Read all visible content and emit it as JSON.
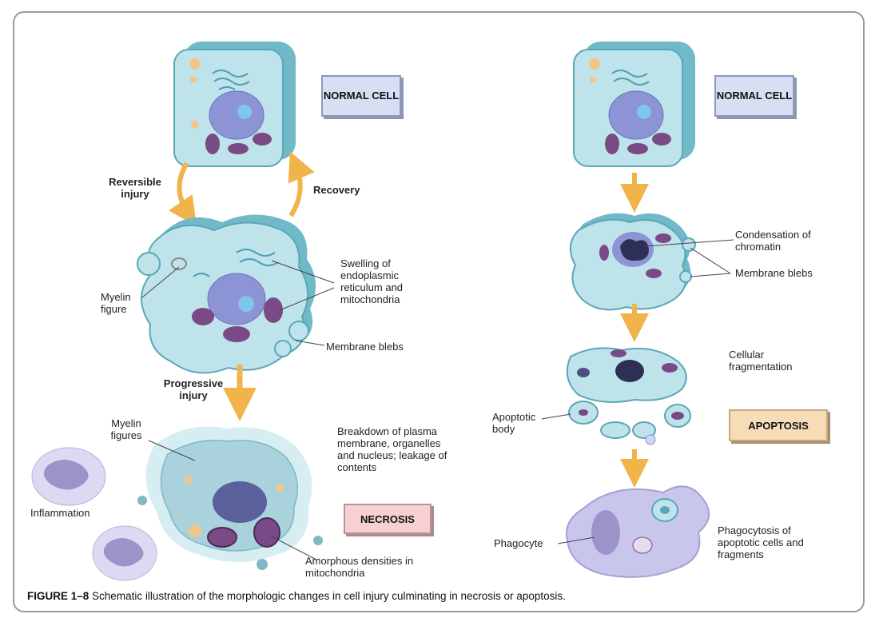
{
  "colors": {
    "cell_fill": "#bfe3ea",
    "cell_edge": "#6fb9c9",
    "nucleus": "#8d94d6",
    "mitochondria": "#7a4a86",
    "arrow": "#f0b44a",
    "phagocyte": "#c9c6ec"
  },
  "boxes": {
    "normal_left": "NORMAL CELL",
    "normal_right": "NORMAL CELL",
    "necrosis": "NECROSIS",
    "apoptosis": "APOPTOSIS"
  },
  "labels": {
    "reversible_injury": "Reversible injury",
    "recovery": "Recovery",
    "myelin_figure": "Myelin figure",
    "swelling": "Swelling of endoplasmic reticulum and mitochondria",
    "membrane_blebs_left": "Membrane blebs",
    "progressive_injury": "Progressive injury",
    "myelin_figures": "Myelin figures",
    "breakdown": "Breakdown of plasma membrane, organelles and nucleus; leakage of contents",
    "inflammation": "Inflammation",
    "amorphous": "Amorphous densities in mitochondria",
    "condensation": "Condensation of chromatin",
    "membrane_blebs_right": "Membrane blebs",
    "cellular_fragmentation": "Cellular fragmentation",
    "apoptotic_body": "Apoptotic body",
    "phagocyte": "Phagocyte",
    "phagocytosis": "Phagocytosis of apoptotic cells and fragments"
  },
  "caption": {
    "figure_number": "FIGURE 1–8",
    "text": "Schematic illustration of the morphologic changes in cell injury culminating in necrosis or apoptosis."
  }
}
